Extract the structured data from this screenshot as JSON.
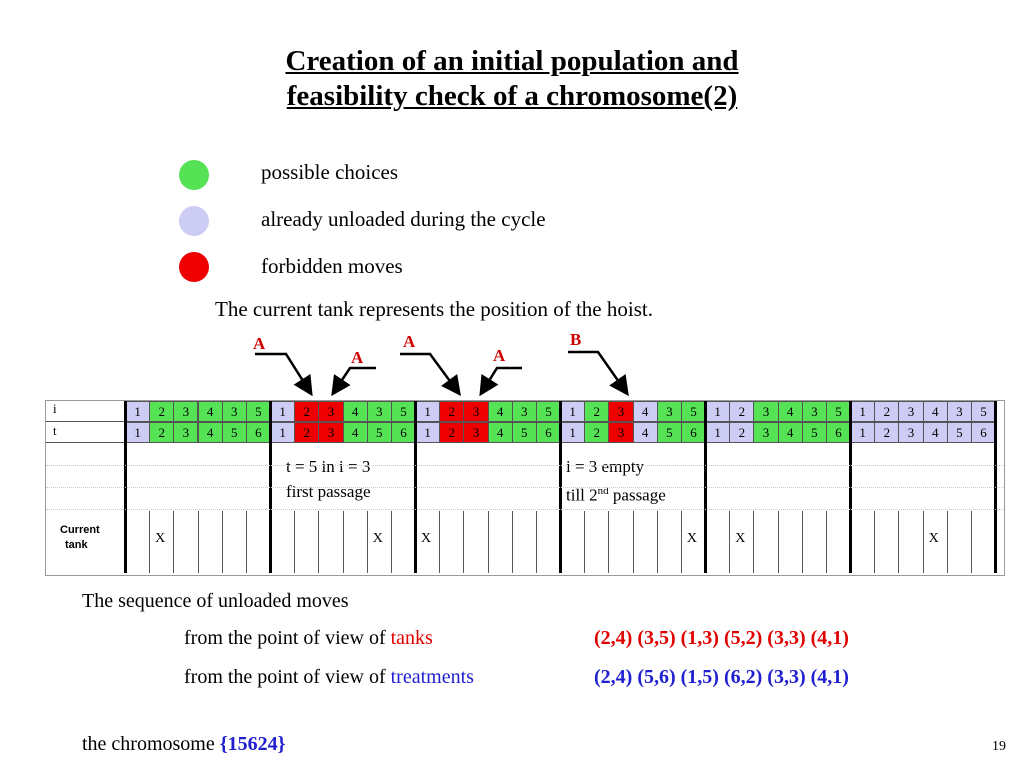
{
  "title": {
    "line1": "Creation of an initial population and",
    "line2": "feasibility check of a chromosome(2)"
  },
  "legend": [
    {
      "label": "possible choices",
      "color": "#55e255"
    },
    {
      "label": "already unloaded during the cycle",
      "color": "#ccccf5"
    },
    {
      "label": "forbidden moves",
      "color": "#ee0000"
    }
  ],
  "hoist_note": "The current tank  represents the position of the hoist.",
  "arrows": [
    {
      "label": "A"
    },
    {
      "label": "A"
    },
    {
      "label": "A"
    },
    {
      "label": "A"
    },
    {
      "label": "B"
    }
  ],
  "table": {
    "row_labels": [
      "i",
      "t"
    ],
    "i_values": [
      "1",
      "2",
      "3",
      "4",
      "3",
      "5",
      "1",
      "2",
      "3",
      "4",
      "3",
      "5",
      "1",
      "2",
      "3",
      "4",
      "3",
      "5",
      "1",
      "2",
      "3",
      "4",
      "3",
      "5",
      "1",
      "2",
      "3",
      "4",
      "3",
      "5",
      "1",
      "2",
      "3",
      "4",
      "3",
      "5"
    ],
    "t_values": [
      "1",
      "2",
      "3",
      "4",
      "5",
      "6",
      "1",
      "2",
      "3",
      "4",
      "5",
      "6",
      "1",
      "2",
      "3",
      "4",
      "5",
      "6",
      "1",
      "2",
      "3",
      "4",
      "5",
      "6",
      "1",
      "2",
      "3",
      "4",
      "5",
      "6",
      "1",
      "2",
      "3",
      "4",
      "5",
      "6"
    ],
    "i_colors": [
      "L",
      "G",
      "G",
      "G",
      "G",
      "G",
      "L",
      "R",
      "R",
      "G",
      "G",
      "G",
      "L",
      "R",
      "R",
      "G",
      "G",
      "G",
      "L",
      "G",
      "R",
      "L",
      "G",
      "G",
      "L",
      "L",
      "G",
      "G",
      "G",
      "G",
      "L",
      "L",
      "L",
      "L",
      "L",
      "L"
    ],
    "t_colors": [
      "L",
      "G",
      "G",
      "G",
      "G",
      "G",
      "L",
      "R",
      "R",
      "G",
      "G",
      "G",
      "L",
      "R",
      "R",
      "G",
      "G",
      "G",
      "L",
      "G",
      "R",
      "L",
      "G",
      "G",
      "L",
      "L",
      "G",
      "G",
      "G",
      "G",
      "L",
      "L",
      "L",
      "L",
      "L",
      "L"
    ],
    "colors": {
      "G": "#55e255",
      "L": "#ccccf5",
      "R": "#ee0000"
    },
    "current_tank_label_line1": "Current",
    "current_tank_label_line2": "tank",
    "x_mark": "X",
    "x_positions": [
      1,
      10,
      12,
      23,
      25,
      33
    ],
    "note1_line1": "t = 5 in i = 3",
    "note1_line2": "first passage",
    "note2_line1": "i = 3 empty",
    "note2_line2_pre": "till 2",
    "note2_sup": "nd",
    "note2_line2_post": " passage"
  },
  "sequence": {
    "heading": "The sequence of unloaded moves",
    "tanks_prefix": "from the point of view of ",
    "tanks_word": "tanks",
    "tanks_value": "(2,4) (3,5) (1,3) (5,2) (3,3) (4,1)",
    "treat_prefix": "from the point of view of ",
    "treat_word": "treatments",
    "treat_value": "(2,4) (5,6) (1,5) (6,2) (3,3) (4,1)"
  },
  "chromosome_prefix": "the chromosome ",
  "chromosome_value": "{15624}",
  "page_number": "19"
}
